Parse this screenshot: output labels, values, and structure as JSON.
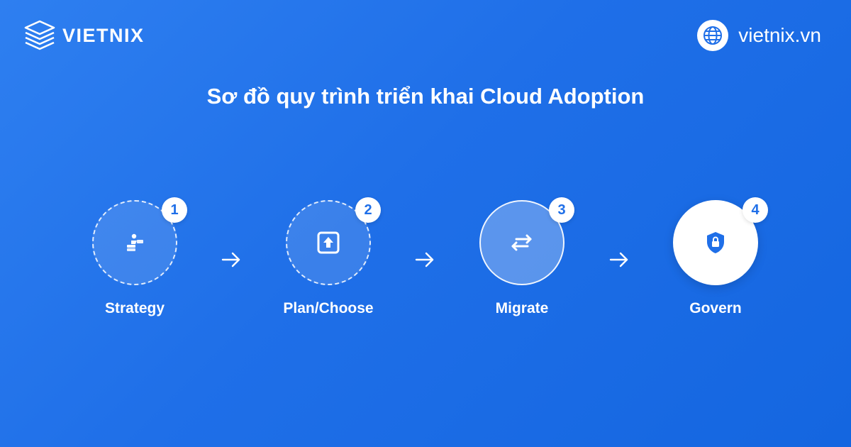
{
  "header": {
    "brand_name": "VIETNIX",
    "site_url": "vietnix.vn"
  },
  "title": "Sơ đồ quy trình triển khai Cloud Adoption",
  "steps": [
    {
      "number": "1",
      "label": "Strategy",
      "icon": "strategy-icon"
    },
    {
      "number": "2",
      "label": "Plan/Choose",
      "icon": "upload-box-icon"
    },
    {
      "number": "3",
      "label": "Migrate",
      "icon": "transfer-arrows-icon"
    },
    {
      "number": "4",
      "label": "Govern",
      "icon": "shield-lock-icon"
    }
  ],
  "colors": {
    "background": "#1f6fe8",
    "accent": "#1f6fe8",
    "white": "#ffffff"
  }
}
